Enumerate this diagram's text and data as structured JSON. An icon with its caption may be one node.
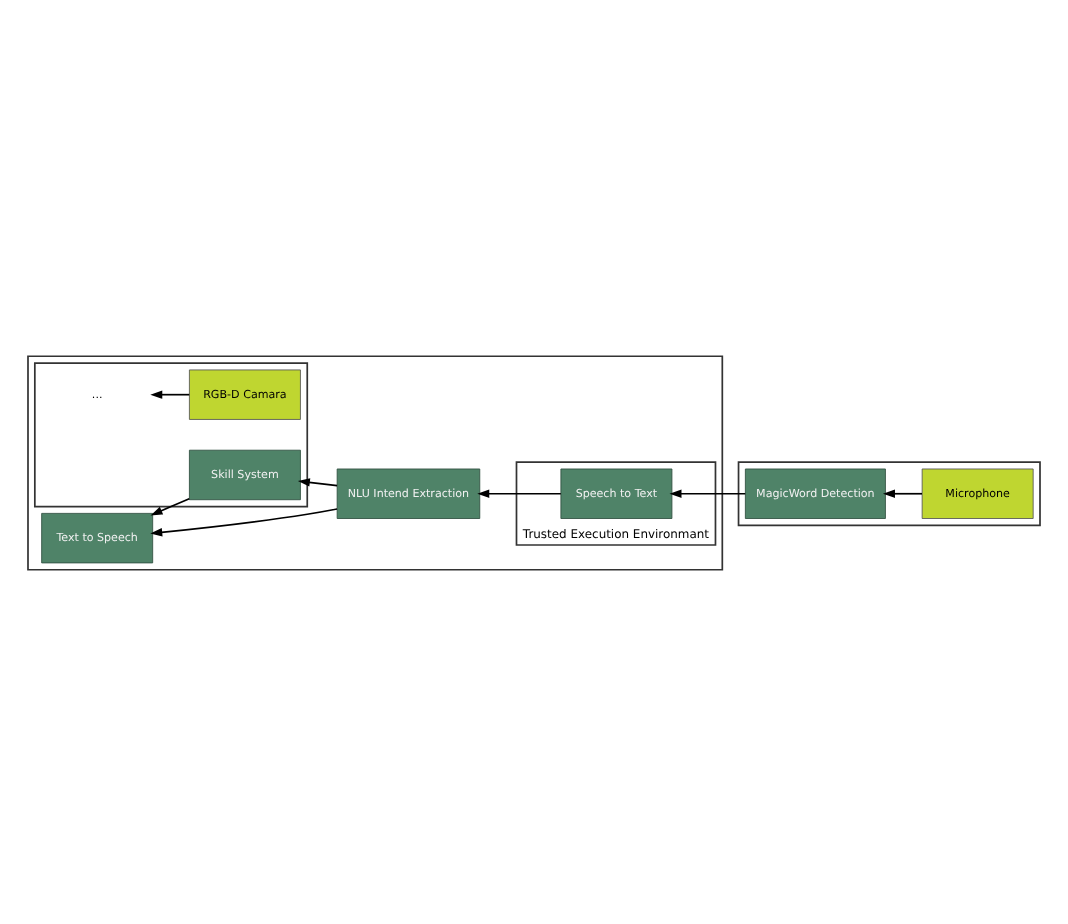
{
  "diagram": {
    "nodes": [
      {
        "text": [],
        "shape": "box"
      },
      {
        "text": [
          "Text to Speech"
        ],
        "in": 0
      },
      {
        "text": [
          "NLU Intend Extraction"
        ],
        "in": 0
      },
      {
        "text": [],
        "shape": "box",
        "in": 0
      },
      {
        "text": [
          "RGB-D Camara"
        ],
        "in": 3
      },
      {
        "text": [
          "..."
        ],
        "in": 3
      },
      {
        "text": [
          "Skill System"
        ],
        "in": 3
      },
      {
        "text": [
          "Trusted Execution Environmant"
        ],
        "in": 0
      },
      {
        "text": [
          "Speech to Text"
        ],
        "in": 7
      },
      {
        "text": [],
        "shape": "box"
      },
      {
        "text": [
          "Microphone"
        ],
        "in": 9
      },
      {
        "text": [
          "MagicWord Detection"
        ],
        "in": 9
      }
    ],
    "edges": [
      {
        "from": 2,
        "to": 1,
        "arrow": "to"
      },
      {
        "from": 6,
        "to": 1,
        "arrow": "to"
      },
      {
        "from": 2,
        "to": 6,
        "arrow": "to"
      },
      {
        "from": 4,
        "to": 5,
        "arrow": "to"
      },
      {
        "from": 8,
        "to": 2,
        "arrow": "to"
      },
      {
        "from": 11,
        "to": 8,
        "arrow": "to"
      },
      {
        "from": 10,
        "to": 11,
        "arrow": "to"
      }
    ]
  }
}
